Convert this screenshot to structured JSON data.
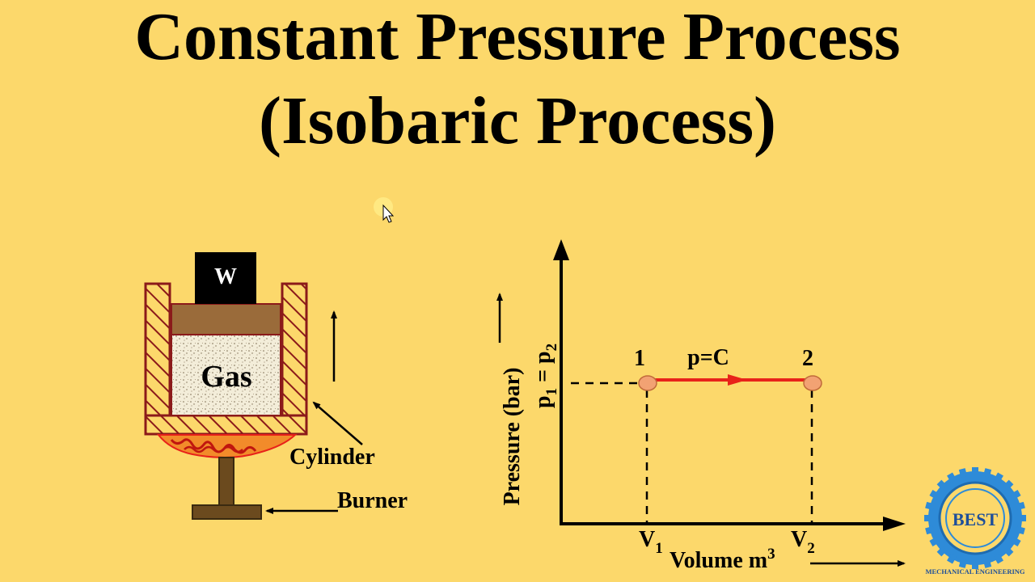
{
  "title": {
    "line1": "Constant Pressure Process",
    "line2": "(Isobaric Process)"
  },
  "apparatus": {
    "weight_label": "W",
    "gas_label": "Gas",
    "cylinder_label": "Cylinder",
    "burner_label": "Burner"
  },
  "pv_diagram": {
    "y_axis_label": "Pressure (bar)",
    "pressure_equality": "p",
    "process_label": "p=C",
    "state1_label": "1",
    "state2_label": "2",
    "v1_label": "V",
    "v2_label": "V",
    "sub1": "1",
    "sub2": "2",
    "x_axis_label": "Volume m",
    "x_axis_exp": "3"
  },
  "logo": {
    "text": "BEST",
    "caption": "MECHANICAL ENGINEERING"
  },
  "colors": {
    "background": "#FCD86B",
    "wall": "#8B1A1A",
    "piston": "#9A6B3A",
    "process_line": "#E8221A",
    "state_point": "#F2A273",
    "logo_blue": "#2E8BD8"
  }
}
